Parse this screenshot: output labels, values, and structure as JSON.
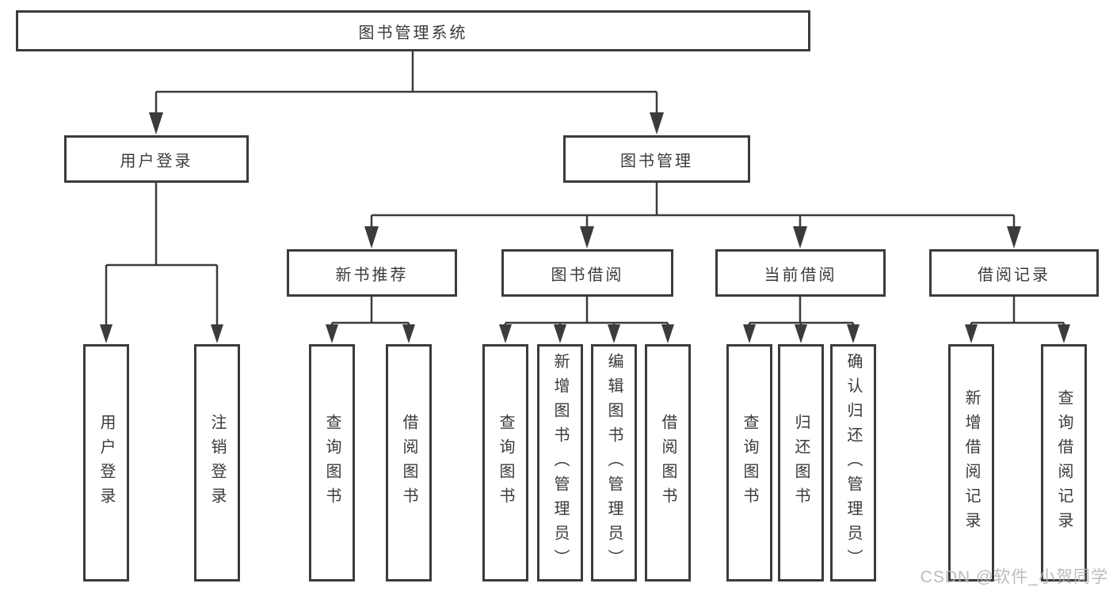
{
  "watermark": "CSDN @软件_小贺同学",
  "colors": {
    "line": "#3b3b3b",
    "text": "#3a3a3a",
    "box_background": "#ffffff",
    "watermark": "#b5b5b5"
  },
  "tree": {
    "label": "图书管理系统",
    "children": [
      {
        "label": "用户登录",
        "children": [
          {
            "label": "用户登录"
          },
          {
            "label": "注销登录"
          }
        ]
      },
      {
        "label": "图书管理",
        "children": [
          {
            "label": "新书推荐",
            "children": [
              {
                "label": "查询图书"
              },
              {
                "label": "借阅图书"
              }
            ]
          },
          {
            "label": "图书借阅",
            "children": [
              {
                "label": "查询图书"
              },
              {
                "label": "新增图书（管理员）"
              },
              {
                "label": "编辑图书（管理员）"
              },
              {
                "label": "借阅图书"
              }
            ]
          },
          {
            "label": "当前借阅",
            "children": [
              {
                "label": "查询图书"
              },
              {
                "label": "归还图书"
              },
              {
                "label": "确认归还（管理员）"
              }
            ]
          },
          {
            "label": "借阅记录",
            "children": [
              {
                "label": "新增借阅记录"
              },
              {
                "label": "查询借阅记录"
              }
            ]
          }
        ]
      }
    ]
  }
}
